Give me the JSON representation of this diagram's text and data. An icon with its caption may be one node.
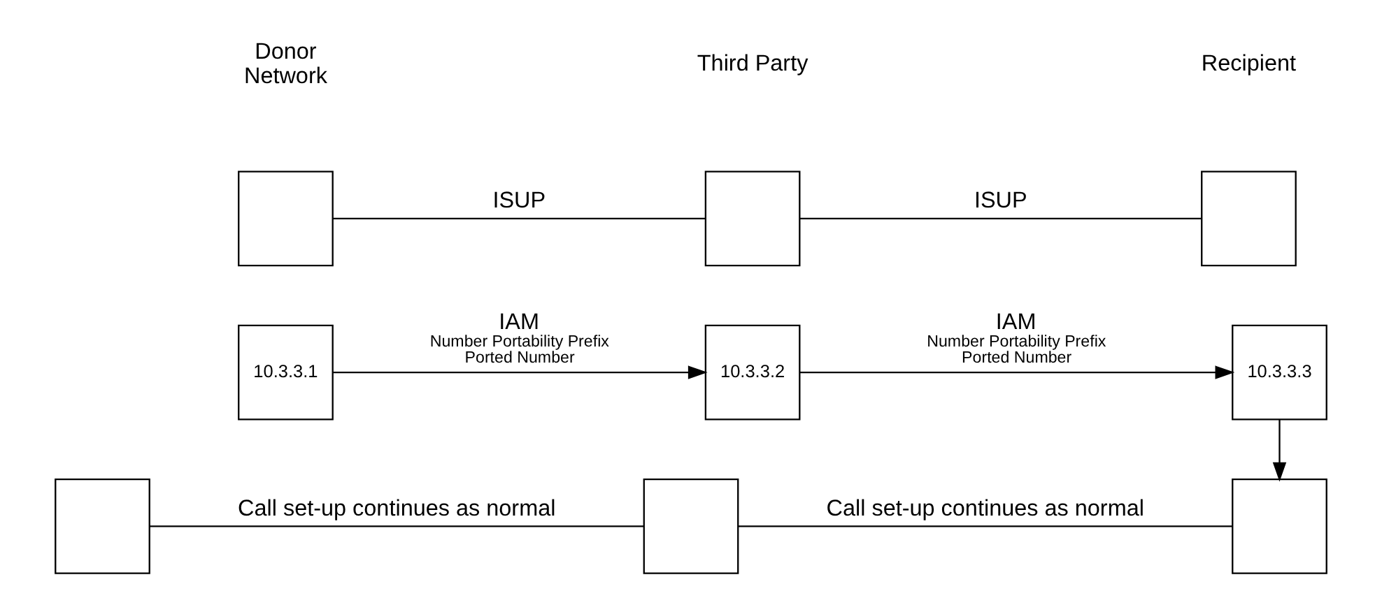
{
  "diagram": {
    "nodes": [
      {
        "text": [],
        "shape": "box"
      },
      {
        "text": [],
        "shape": "box"
      },
      {
        "text": [],
        "shape": "box"
      },
      {
        "text": [
          "10.3.3.1"
        ]
      },
      {
        "text": [
          "10.3.3.2"
        ]
      },
      {
        "text": [
          "10.3.3.3"
        ]
      },
      {
        "text": [],
        "shape": "box"
      },
      {
        "text": [],
        "shape": "box"
      },
      {
        "text": [],
        "shape": "box"
      }
    ],
    "edges": [
      {
        "from": 0,
        "to": 1,
        "arrow": "none",
        "label": "ISUP"
      },
      {
        "from": 1,
        "to": 2,
        "arrow": "none",
        "label": "ISUP"
      },
      {
        "from": 3,
        "to": 4,
        "arrow": "to",
        "label": "IAM"
      },
      {
        "from": 4,
        "to": 5,
        "arrow": "to",
        "label": "IAM"
      },
      {
        "from": 5,
        "to": 8,
        "arrow": "to"
      },
      {
        "from": 6,
        "to": 7,
        "arrow": "none",
        "label": "Call set-up continues as normal"
      },
      {
        "from": 7,
        "to": 8,
        "arrow": "none",
        "label": "Call set-up continues as normal"
      }
    ],
    "labels": [
      "Donor Network",
      "Third Party",
      "Recipient",
      "Number Portability Prefix",
      "Ported Number",
      "Number Portability Prefix",
      "Ported Number"
    ]
  }
}
